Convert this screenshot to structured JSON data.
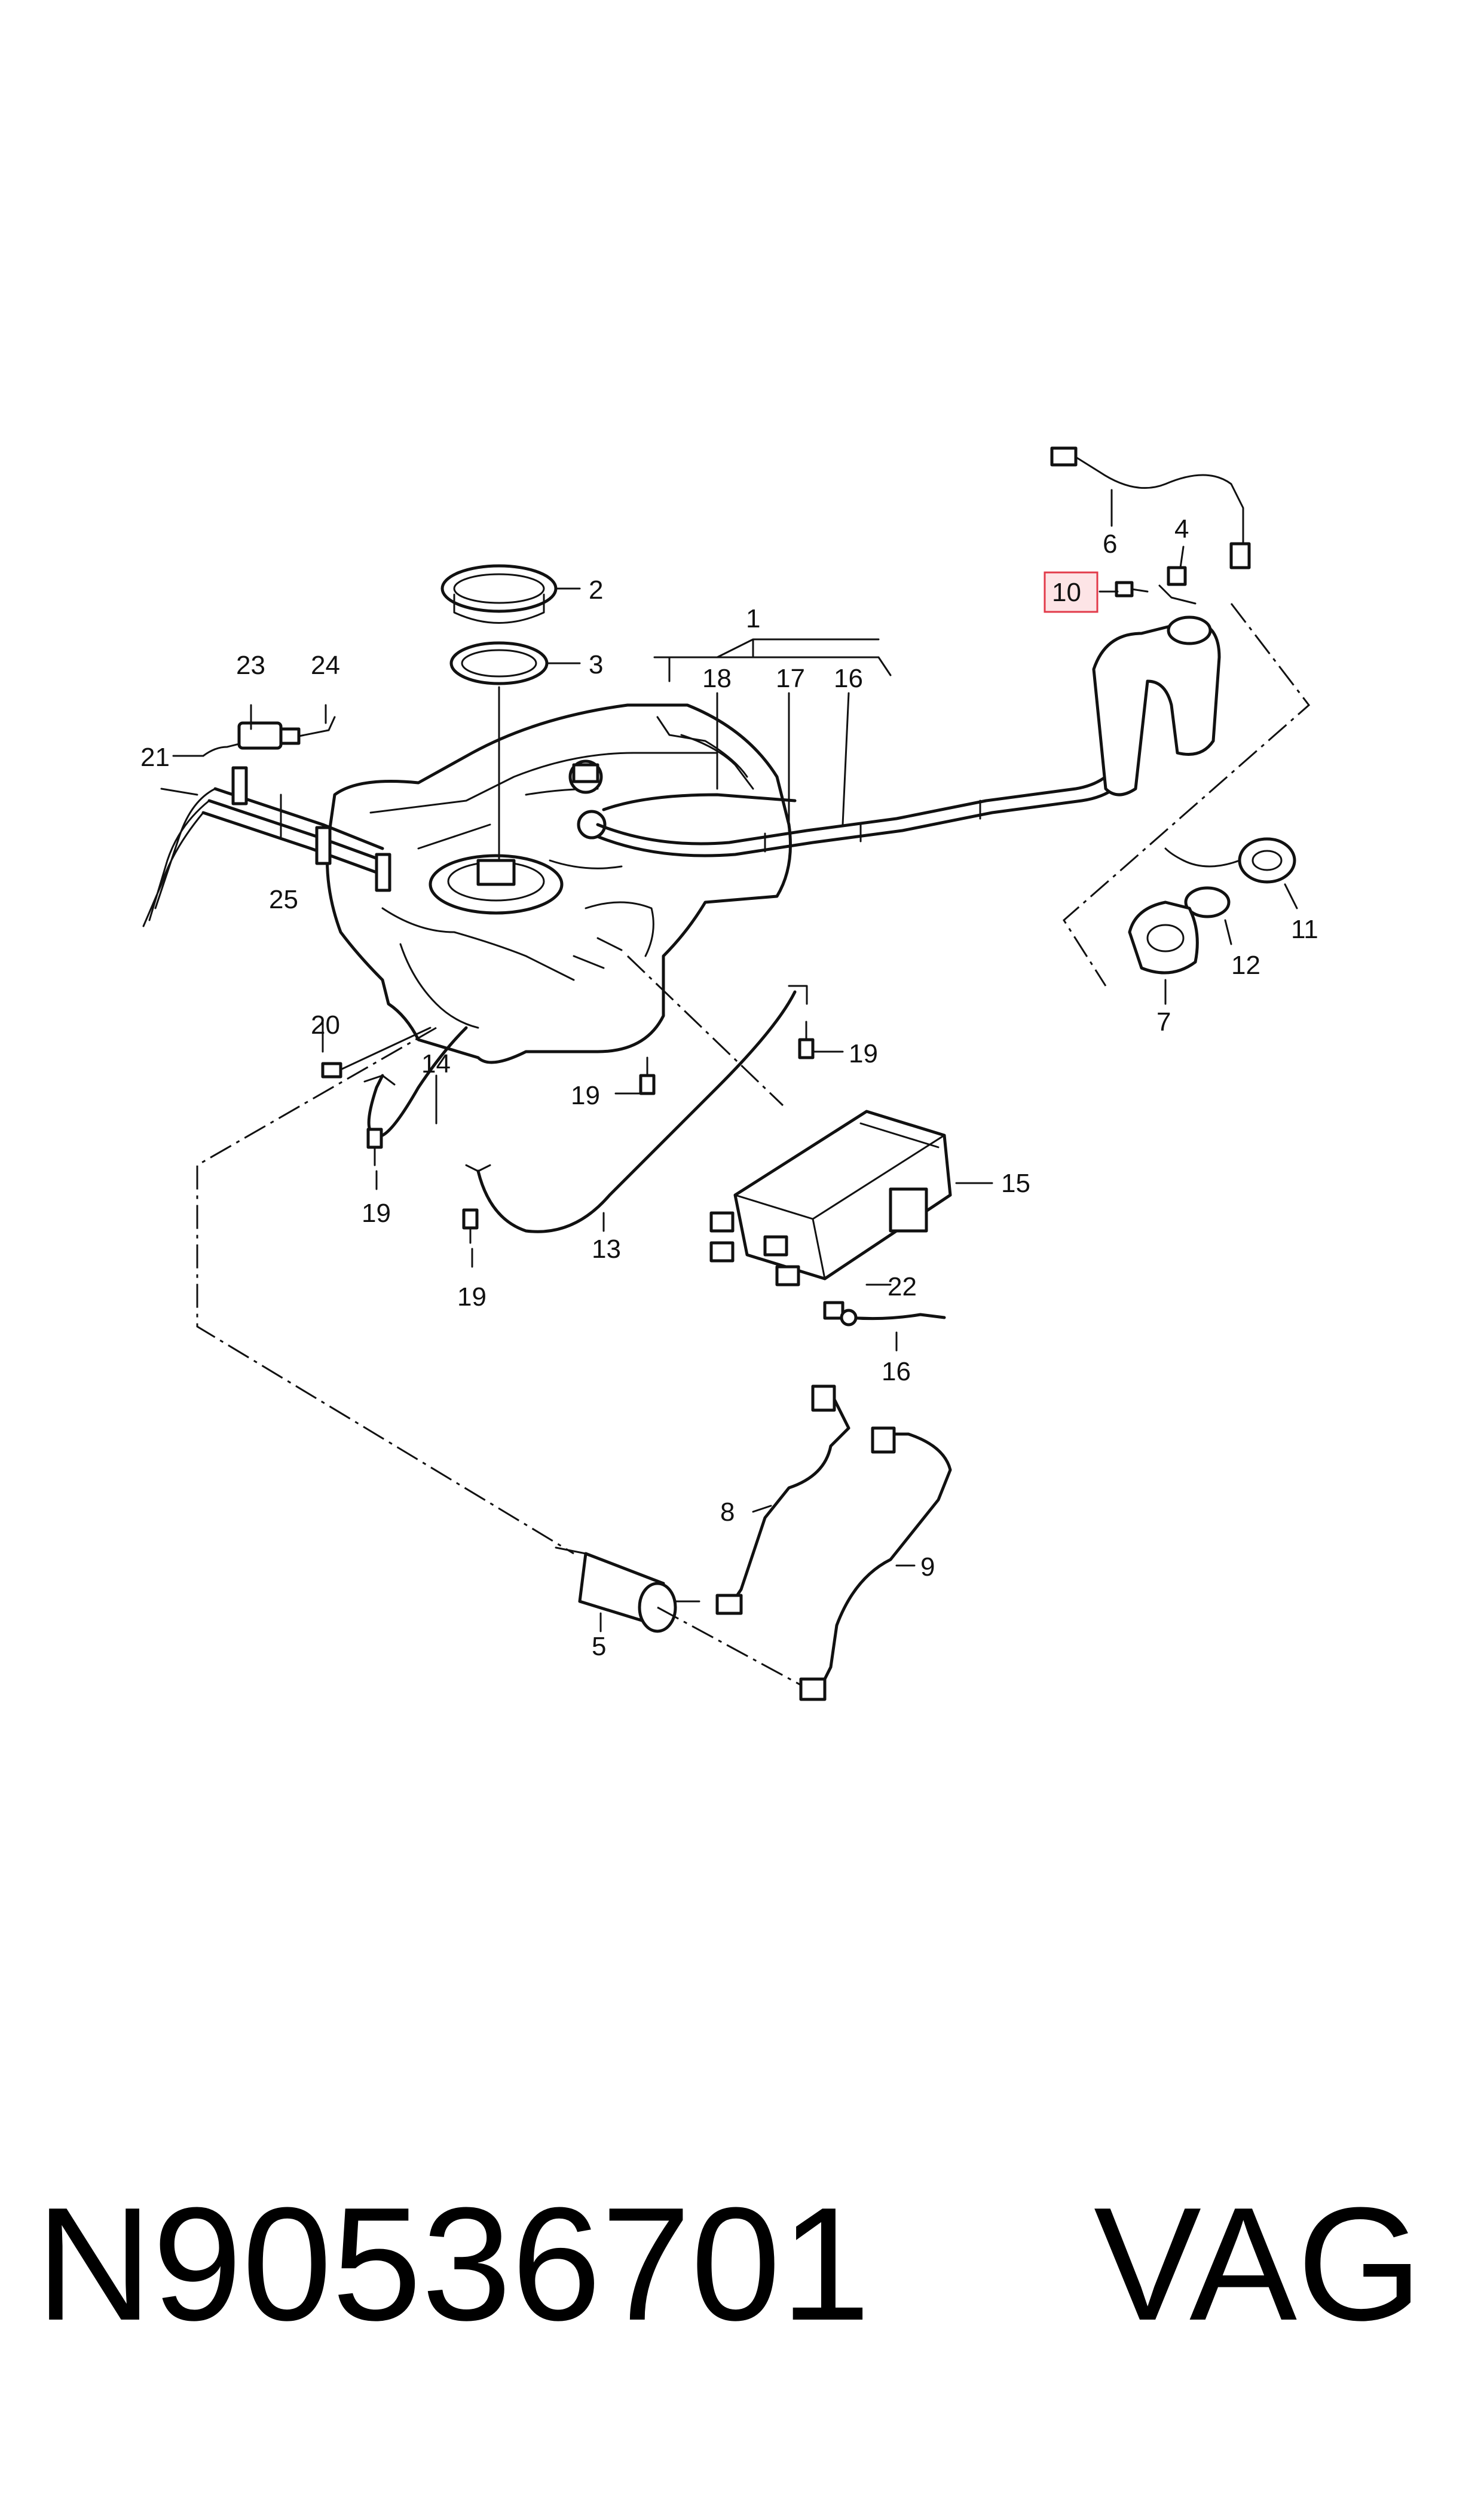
{
  "diagram": {
    "callouts": [
      {
        "id": "c1",
        "text": "1"
      },
      {
        "id": "c2",
        "text": "2"
      },
      {
        "id": "c3",
        "text": "3"
      },
      {
        "id": "c4",
        "text": "4"
      },
      {
        "id": "c5",
        "text": "5"
      },
      {
        "id": "c6",
        "text": "6"
      },
      {
        "id": "c7",
        "text": "7"
      },
      {
        "id": "c8",
        "text": "8"
      },
      {
        "id": "c9",
        "text": "9"
      },
      {
        "id": "c10",
        "text": "10",
        "highlighted": true
      },
      {
        "id": "c11",
        "text": "11"
      },
      {
        "id": "c12",
        "text": "12"
      },
      {
        "id": "c13",
        "text": "13"
      },
      {
        "id": "c14",
        "text": "14"
      },
      {
        "id": "c15",
        "text": "15"
      },
      {
        "id": "c16a",
        "text": "16"
      },
      {
        "id": "c16b",
        "text": "16"
      },
      {
        "id": "c17",
        "text": "17"
      },
      {
        "id": "c18",
        "text": "18"
      },
      {
        "id": "c19a",
        "text": "19"
      },
      {
        "id": "c19b",
        "text": "19"
      },
      {
        "id": "c19c",
        "text": "19"
      },
      {
        "id": "c19d",
        "text": "19"
      },
      {
        "id": "c20",
        "text": "20"
      },
      {
        "id": "c21",
        "text": "21"
      },
      {
        "id": "c22",
        "text": "22"
      },
      {
        "id": "c23",
        "text": "23"
      },
      {
        "id": "c24",
        "text": "24"
      },
      {
        "id": "c25",
        "text": "25"
      }
    ],
    "highlight_color": "#e23a4a"
  },
  "footer": {
    "part_number": "N90536701",
    "brand": "VAG"
  }
}
